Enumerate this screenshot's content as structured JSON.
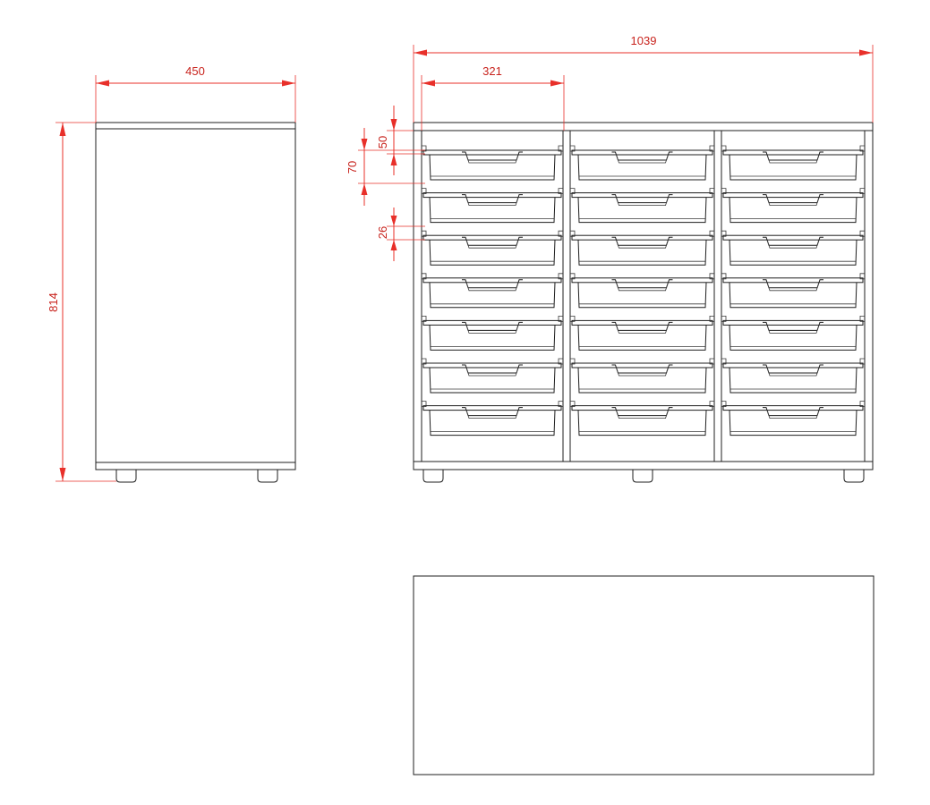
{
  "dimensions": {
    "side_width": "450",
    "side_height": "814",
    "front_width": "1039",
    "column_width": "321",
    "top_gap": "50",
    "tray_pitch": "70",
    "tray_depth": "26"
  },
  "colors": {
    "dimension": "#e8302a",
    "outline": "#1f1f1f"
  },
  "drawing": {
    "tray_columns": 3,
    "tray_rows": 7,
    "side_feet": 2,
    "front_feet": 3
  }
}
